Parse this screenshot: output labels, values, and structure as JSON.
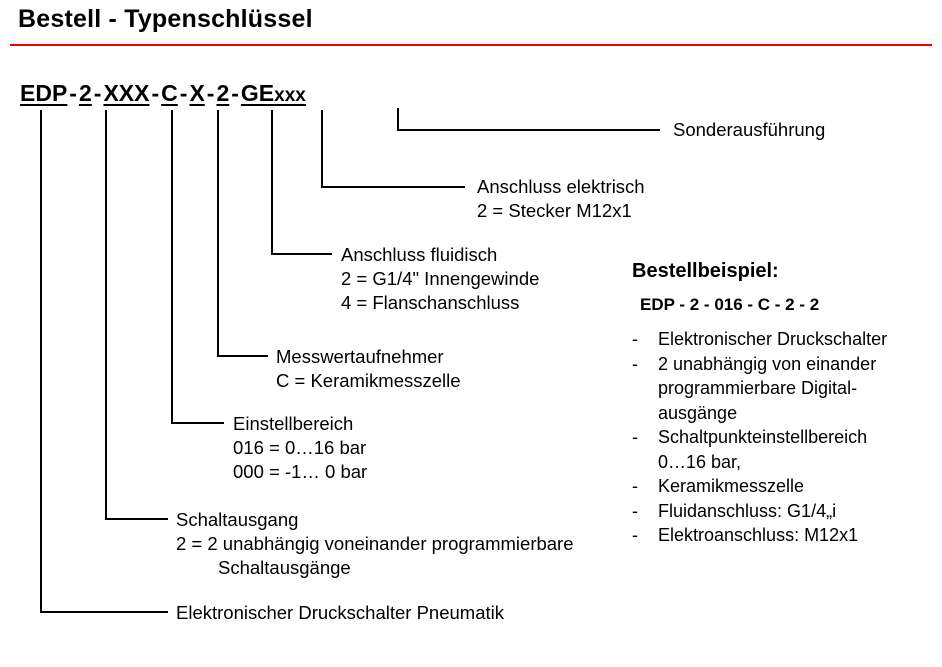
{
  "title": "Bestell - Typenschlüssel",
  "accent_color": "#ee0000",
  "code_line": {
    "segments": [
      "EDP",
      "2",
      "XXX",
      "C",
      "X",
      "2",
      "GE"
    ],
    "suffix": "xxx",
    "separator": "-"
  },
  "callouts": {
    "sonderausfuehrung": {
      "heading": "Sonderausführung"
    },
    "anschluss_elektrisch": {
      "heading": "Anschluss elektrisch",
      "line1": "2 = Stecker M12x1"
    },
    "anschluss_fluidisch": {
      "heading": "Anschluss fluidisch",
      "line1": "2 = G1/4\" Innengewinde",
      "line2": "4 = Flanschanschluss"
    },
    "messwertaufnehmer": {
      "heading": "Messwertaufnehmer",
      "line1": "C = Keramikmesszelle"
    },
    "einstellbereich": {
      "heading": "Einstellbereich",
      "line1": "016 =  0…16 bar",
      "line2": "000 = -1… 0 bar"
    },
    "schaltausgang": {
      "heading": "Schaltausgang",
      "line1": "2 = 2 unabhängig voneinander programmierbare",
      "line2": "Schaltausgänge"
    },
    "grundtyp": {
      "heading": "Elektronischer Druckschalter Pneumatik"
    }
  },
  "example": {
    "title": "Bestellbeispiel:",
    "code": "EDP - 2 - 016 - C - 2 - 2",
    "bullet": "-",
    "items": [
      [
        "Elektronischer Druckschalter"
      ],
      [
        "2 unabhängig von einander",
        "programmierbare Digital-",
        "ausgänge"
      ],
      [
        "Schaltpunkteinstellbereich",
        "0…16 bar,"
      ],
      [
        "Keramikmesszelle"
      ],
      [
        "Fluidanschluss: G1/4„i"
      ],
      [
        "Elektroanschluss:  M12x1"
      ]
    ]
  }
}
